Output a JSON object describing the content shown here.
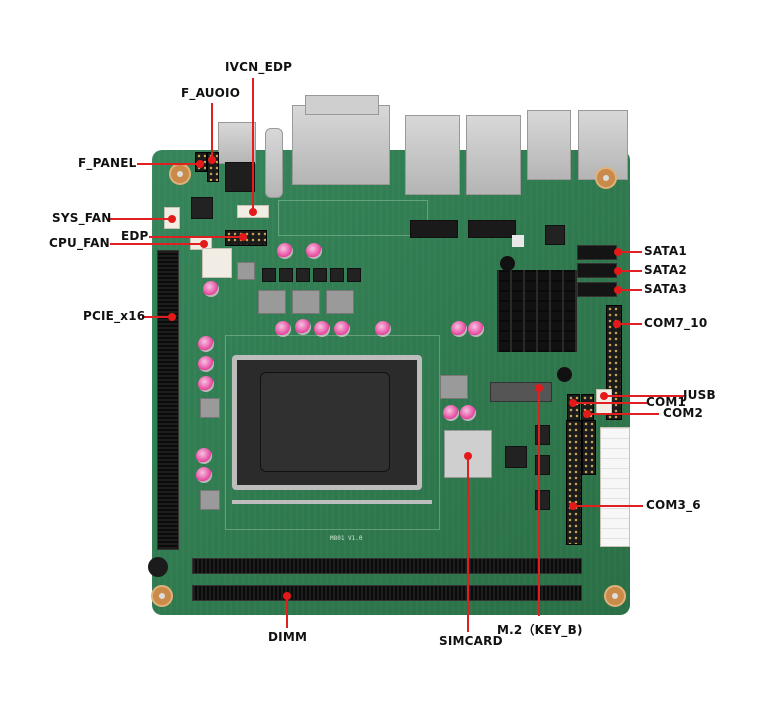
{
  "figure": {
    "board_silkscreen": "M801 V1.0",
    "callout_color": "#e02020",
    "board_color": "#2f7a4c"
  },
  "labels": {
    "ivcn_edp": "IVCN_EDP",
    "f_audio": "F_AUOIO",
    "f_panel": "F_PANEL",
    "sys_fan": "SYS_FAN",
    "edp": "EDP",
    "cpu_fan": "CPU_FAN",
    "pcie_x16": "PCIE_x16",
    "sata1": "SATA1",
    "sata2": "SATA2",
    "sata3": "SATA3",
    "com7_10": "COM7_10",
    "jusb": "JUSB",
    "com1": "COM1",
    "com2": "COM2",
    "com3_6": "COM3_6",
    "dimm": "DIMM",
    "simcard": "SIMCARD",
    "m2_key_b": "M.2（KEY_B)"
  }
}
